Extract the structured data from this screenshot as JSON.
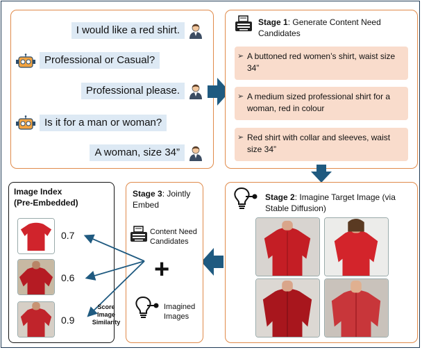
{
  "chat": {
    "messages": [
      {
        "role": "user",
        "text": "I would like a red shirt."
      },
      {
        "role": "bot",
        "text": "Professional or Casual?"
      },
      {
        "role": "user",
        "text": "Professional please."
      },
      {
        "role": "bot",
        "text": "Is it for a man or woman?"
      },
      {
        "role": "user",
        "text": "A woman, size 34”"
      }
    ]
  },
  "stage1": {
    "title_bold": "Stage 1",
    "title_rest": ": Generate Content Need Candidates",
    "candidates": [
      "A buttoned red women’s shirt, waist size 34”",
      "A medium sized professional shirt for a woman, red in colour",
      "Red shirt with collar and sleeves, waist size 34”"
    ]
  },
  "stage2": {
    "title_bold": "Stage 2",
    "title_rest": ": Imagine Target Image (via Stable Diffusion)"
  },
  "stage3": {
    "title_bold": "Stage 3",
    "title_rest": ": Jointly Embed",
    "content_label": "Content Need Candidates",
    "plus": "+",
    "imagined_label": "Imagined Images"
  },
  "index": {
    "title": "Image Index (Pre-Embedded)",
    "scores": [
      "0.7",
      "0.6",
      "0.9"
    ],
    "score_label": "Score Image Similarity"
  },
  "colors": {
    "panel_border": "#e08a4a",
    "bubble": "#dde9f4",
    "candidate": "#f9dccc",
    "arrow": "#1f5a80",
    "shirt_red": "#cc1f26"
  }
}
